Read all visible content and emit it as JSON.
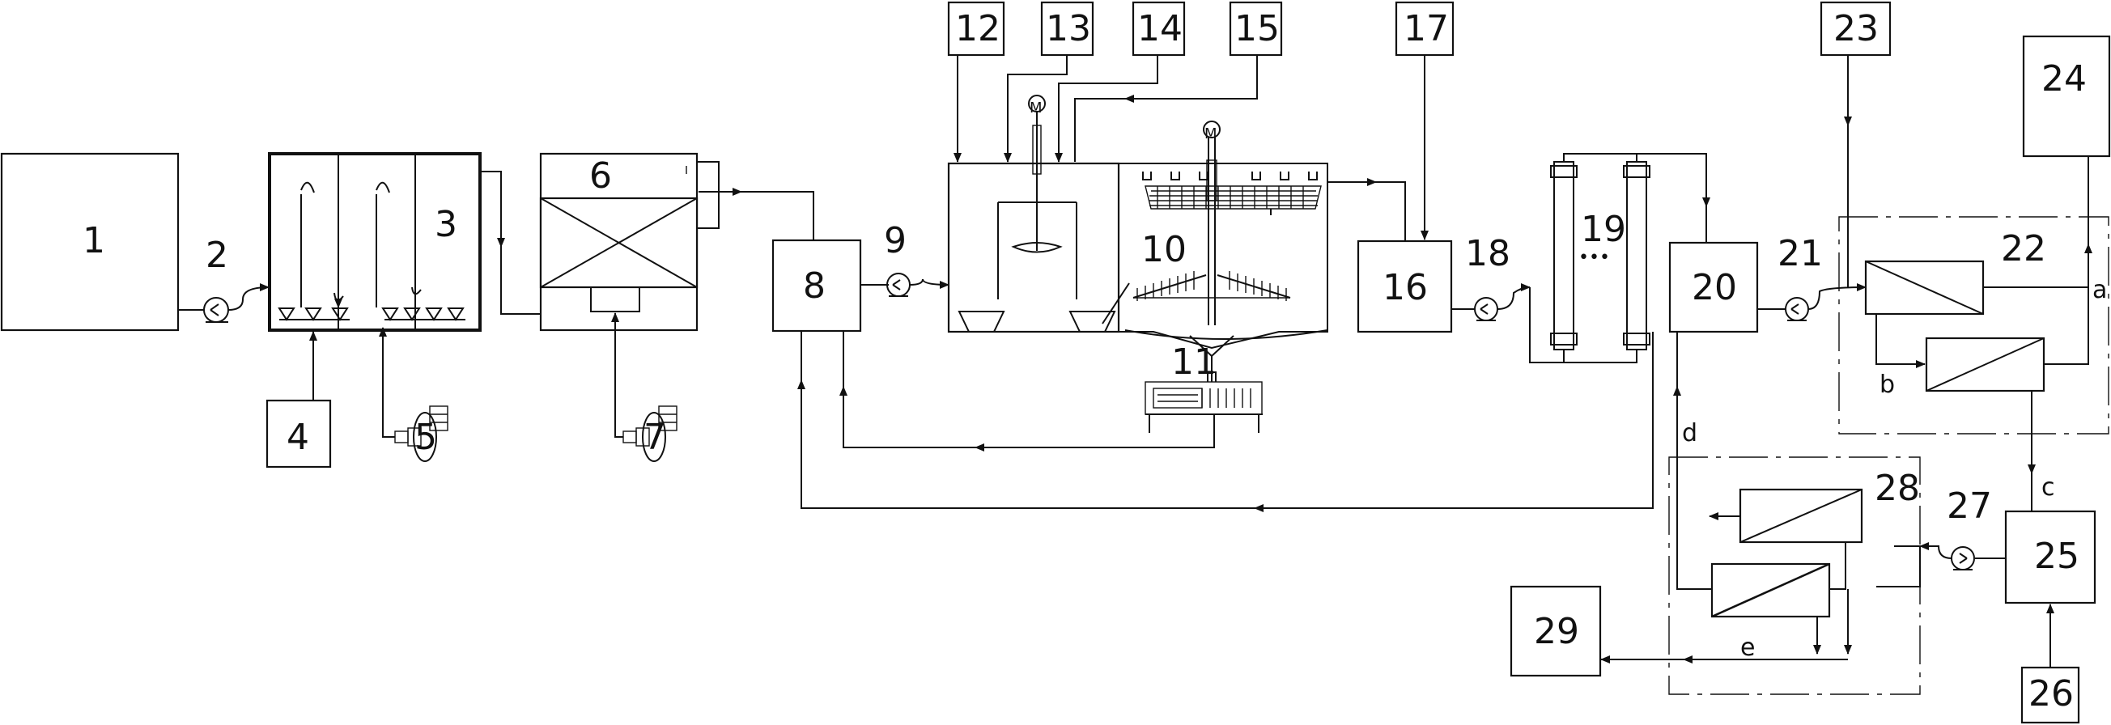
{
  "labels": {
    "n1": "1",
    "n2": "2",
    "n3": "3",
    "n4": "4",
    "n5": "5",
    "n6": "6",
    "n7": "7",
    "n8": "8",
    "n9": "9",
    "n10": "10",
    "n11": "11",
    "n12": "12",
    "n13": "13",
    "n14": "14",
    "n15": "15",
    "n16": "16",
    "n17": "17",
    "n18": "18",
    "n19": "19",
    "n20": "20",
    "n21": "21",
    "n22": "22",
    "n23": "23",
    "n24": "24",
    "n25": "25",
    "n26": "26",
    "n27": "27",
    "n28": "28",
    "n29": "29"
  },
  "streams": {
    "a": "a",
    "b": "b",
    "c": "c",
    "d": "d",
    "e": "e"
  },
  "symbols": {
    "motor": "M",
    "dots": "•••"
  }
}
